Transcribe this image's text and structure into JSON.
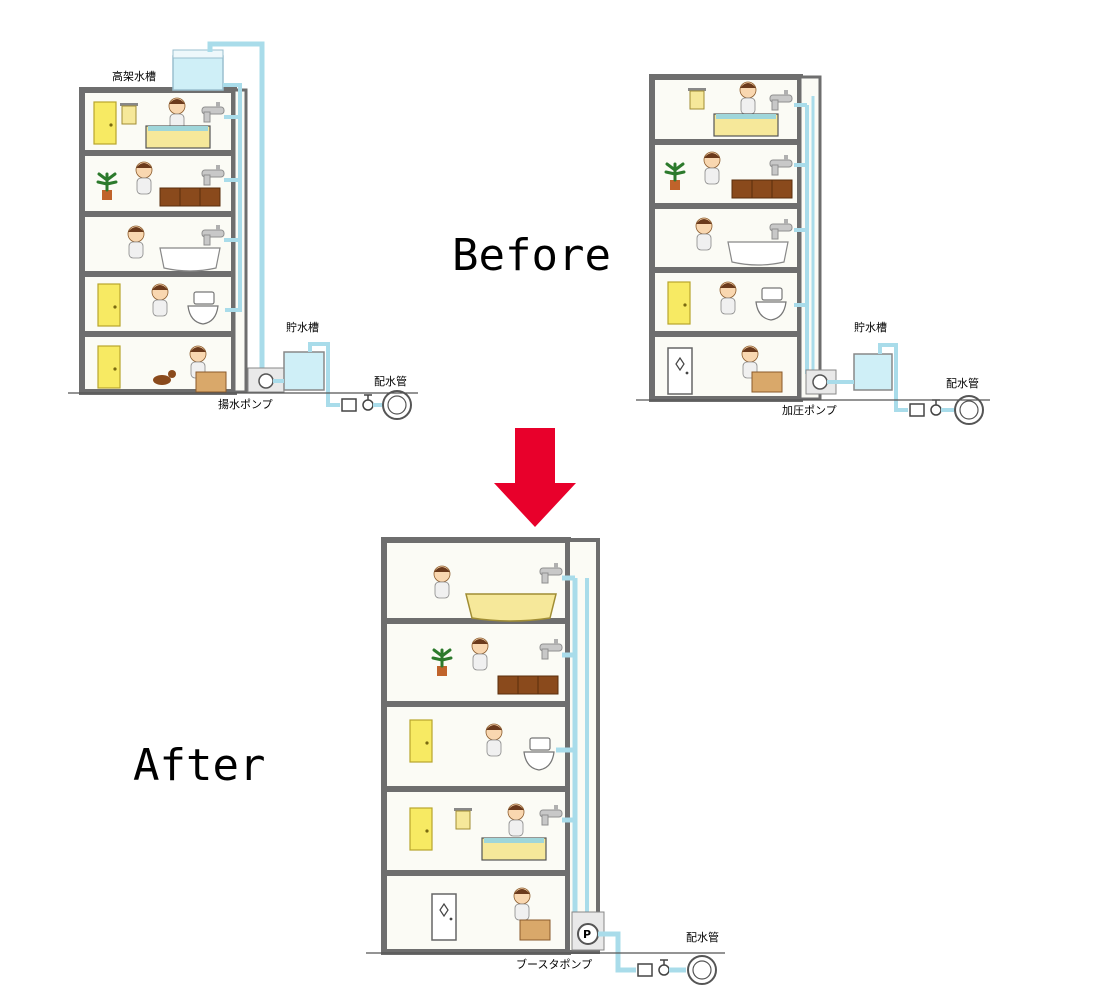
{
  "headings": {
    "before": "Before",
    "after": "After"
  },
  "labels": {
    "elevated_tank": "高架水槽",
    "storage_tank": "貯水槽",
    "distribution_pipe": "配水管",
    "lift_pump": "揚水ポンプ",
    "pressure_pump": "加圧ポンプ",
    "booster_pump": "ブースタポンプ",
    "pump_mark": "P"
  },
  "colors": {
    "building_frame": "#6e6e6e",
    "water_pipe": "#a9dcea",
    "water": "#cfeff7",
    "arrow": "#e8002b",
    "door": "#f7ea63",
    "bathtub": "#f6e89a",
    "cabinet": "#8a4a1c",
    "room": "#fbfbf5"
  },
  "icons": [
    "faucet-icon",
    "bathtub-icon",
    "toilet-icon",
    "door-icon",
    "plant-icon",
    "person-icon",
    "dog-icon",
    "towel-icon",
    "cabinet-icon",
    "gate-valve-icon",
    "pump-icon"
  ]
}
